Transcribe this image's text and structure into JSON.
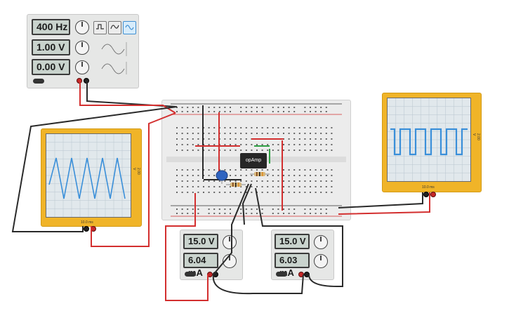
{
  "function_generator": {
    "frequency": "400 Hz",
    "amplitude": "1.00 V",
    "dc_offset": "0.00 V",
    "waveforms": [
      "square",
      "triangle",
      "sine"
    ],
    "selected_waveform": "sine"
  },
  "breadboard": {
    "chip_label": "opAmp"
  },
  "oscilloscope_left": {
    "time_per_div": "10.0 ms",
    "volts_per_div": "2.00 V"
  },
  "oscilloscope_right": {
    "time_per_div": "10.0 ms",
    "volts_per_div": "2.00 V"
  },
  "power_supply_left": {
    "voltage": "15.0 V",
    "current": "6.04 mA"
  },
  "power_supply_right": {
    "voltage": "15.0 V",
    "current": "6.03 mA"
  },
  "colors": {
    "wire_red": "#d32f2f",
    "wire_black": "#2a2a2a",
    "wire_green": "#2ea043",
    "trace_blue": "#3a8fd9",
    "scope_frame": "#f0b428"
  },
  "icons": {
    "sine": "sine-wave-icon",
    "triangle": "triangle-wave-icon",
    "square": "square-wave-icon"
  }
}
